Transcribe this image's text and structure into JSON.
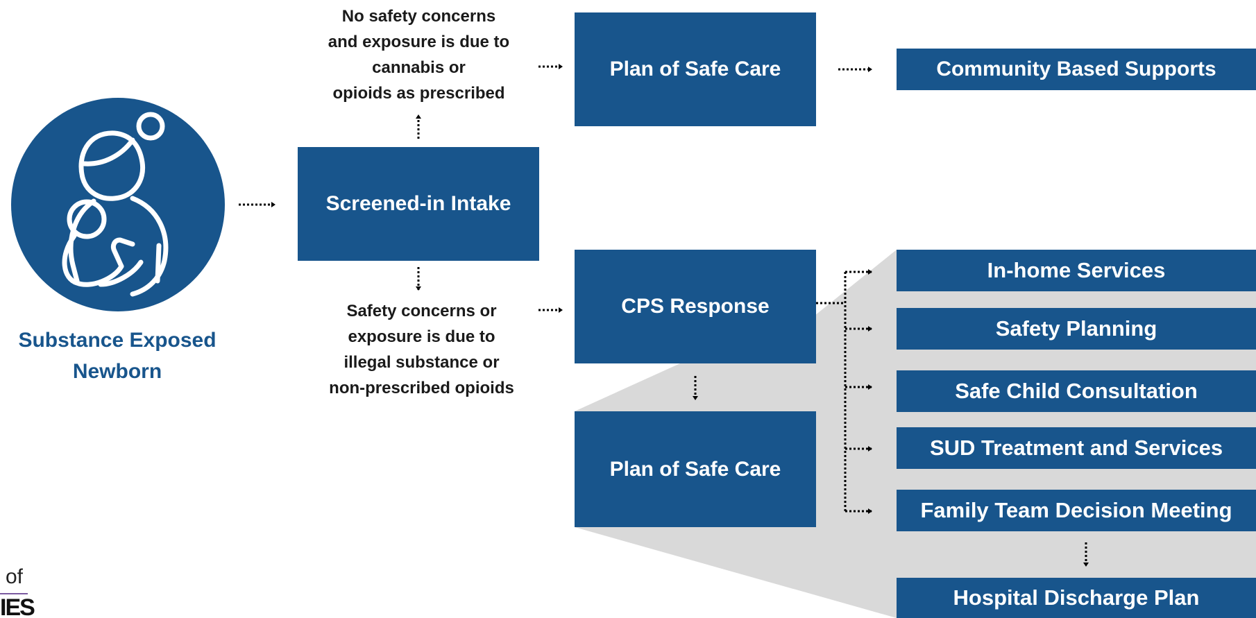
{
  "colors": {
    "box_fill": "#18558c",
    "caption": "#18558c",
    "text": "#1a1a1a",
    "shade": "#d9d9d9"
  },
  "icon": "mother-holding-baby-icon",
  "caption_lines": [
    "Substance Exposed",
    "Newborn"
  ],
  "intake": "Screened-in Intake",
  "no_concern_note": [
    "No safety concerns",
    "and exposure is due to",
    "cannabis or",
    "opioids as prescribed"
  ],
  "concern_note": [
    "Safety concerns or",
    "exposure is due to",
    "illegal substance or",
    "non-prescribed opioids"
  ],
  "plan_top": "Plan of Safe Care",
  "community": "Community Based Supports",
  "cps": "CPS Response",
  "plan_bottom": "Plan of Safe Care",
  "services": [
    "In-home Services",
    "Safety Planning",
    "Safe Child Consultation",
    "SUD Treatment and Services",
    "Family Team Decision Meeting"
  ],
  "discharge": "Hospital Discharge Plan",
  "logo": {
    "word1": "of",
    "word2": "IES"
  }
}
